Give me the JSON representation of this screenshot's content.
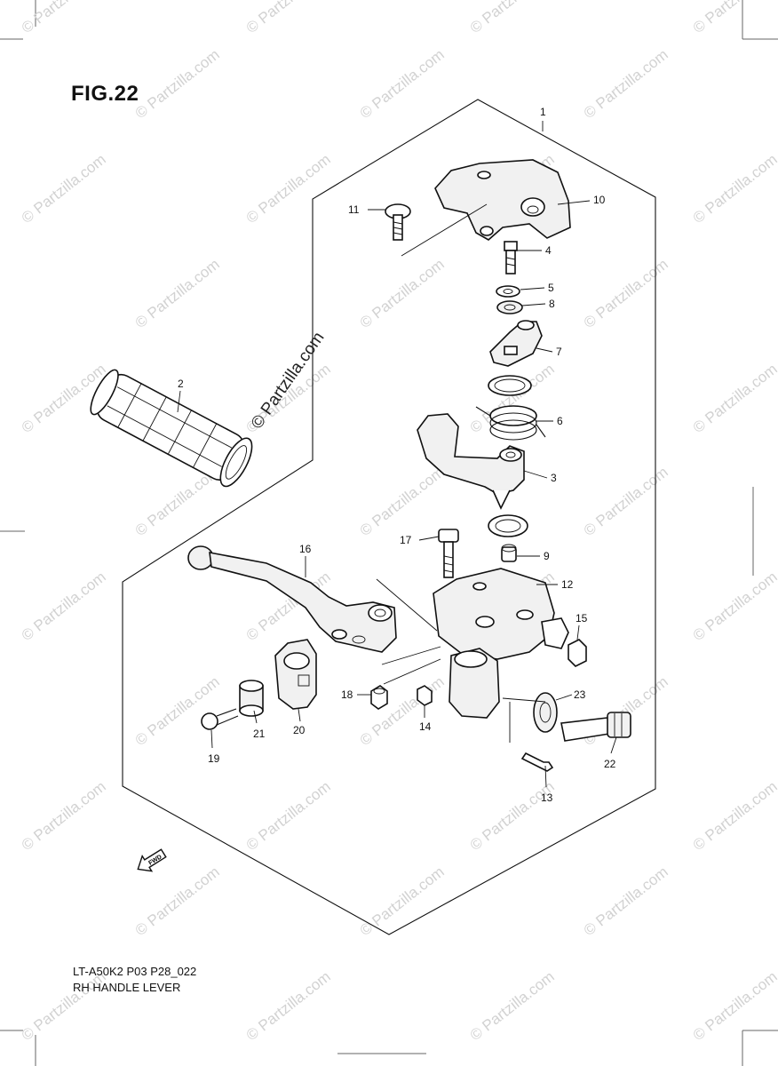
{
  "figure": {
    "title": "FIG.22",
    "model_code": "LT-A50K2 P03 P28_022",
    "diagram_name": "RH HANDLE LEVER"
  },
  "watermark": {
    "text": "© Partzilla.com",
    "center_text": "© Partzilla.com"
  },
  "callouts": [
    "1",
    "2",
    "3",
    "4",
    "5",
    "6",
    "7",
    "8",
    "9",
    "10",
    "11",
    "12",
    "13",
    "14",
    "15",
    "16",
    "17",
    "18",
    "19",
    "20",
    "21",
    "22",
    "23"
  ],
  "direction_badge": "FWD",
  "colors": {
    "line": "#111111",
    "watermark": "#d2d2d2",
    "background": "#ffffff"
  }
}
